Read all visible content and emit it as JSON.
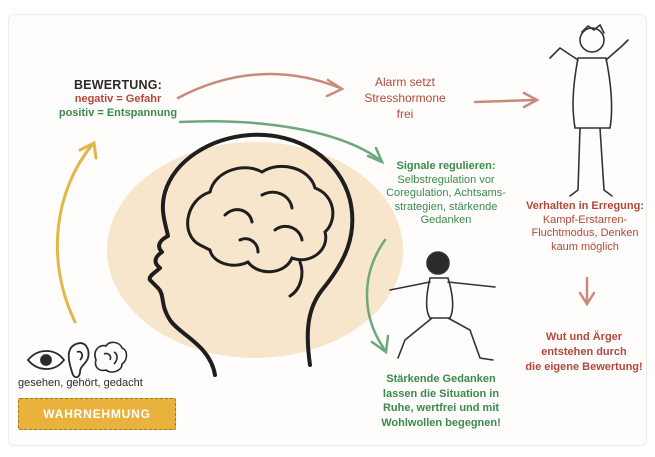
{
  "evaluation": {
    "heading": "BEWERTUNG:",
    "negative": "negativ = Gefahr",
    "positive": "positiv = Entspannung"
  },
  "alarm": {
    "line1": "Alarm setzt",
    "line2": "Stresshormone",
    "line3": "frei"
  },
  "regulate": {
    "heading": "Signale regulieren:",
    "lines": [
      "Selbstregulation vor",
      "Coregulation, Achtsams-",
      "strategien, stärkende",
      "Gedanken"
    ]
  },
  "behavior": {
    "heading": "Verhalten in Erregung:",
    "lines": [
      "Kampf-Erstarren-",
      "Fluchtmodus, Denken",
      "kaum möglich"
    ]
  },
  "anger": {
    "lines": [
      "Wut und Ärger",
      "entstehen durch",
      "die eigene Bewertung!"
    ]
  },
  "strengthening": {
    "lines": [
      "Stärkende Gedanken",
      "lassen die Situation in",
      "Ruhe, wertfrei und mit",
      "Wohlwollen begegnen!"
    ]
  },
  "senses": {
    "caption": "gesehen, gehört, gedacht",
    "icons": [
      "eye-icon",
      "ear-icon",
      "brain-icon"
    ]
  },
  "perception": {
    "label": "WAHRNEHMUNG"
  },
  "colors": {
    "green": "#3a8a4e",
    "red": "#b4473a",
    "yellow": "#e9b23c",
    "blob": "#f7e6cc"
  }
}
